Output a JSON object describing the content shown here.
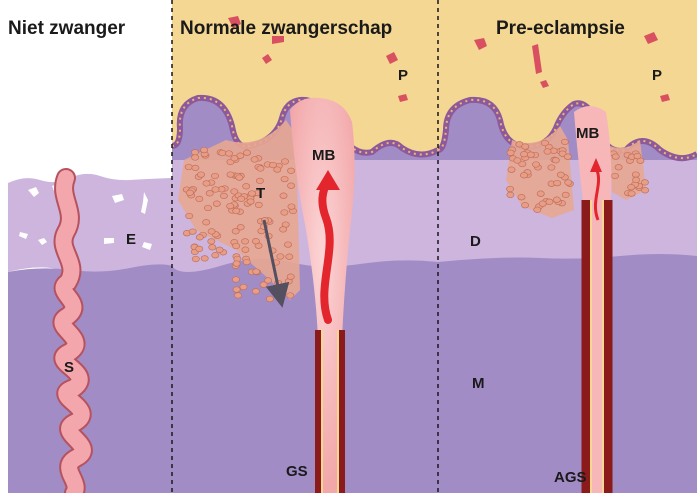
{
  "panels": {
    "non_pregnant": {
      "title": "Niet zwanger"
    },
    "normal": {
      "title": "Normale zwangerschap"
    },
    "preeclampsia": {
      "title": "Pre-eclampsie"
    }
  },
  "labels": {
    "E": "E",
    "S": "S",
    "T": "T",
    "MB_normal": "MB",
    "MB_pre": "MB",
    "P_normal": "P",
    "P_pre": "P",
    "D": "D",
    "M": "M",
    "GS": "GS",
    "AGS": "AGS"
  },
  "colors": {
    "myometrium": "#a18cc6",
    "decidua": "#cdb5de",
    "placenta": "#f3d793",
    "trophoblast": "#e89d86",
    "vessel_lumen": "#f7b7b9",
    "vessel_wall": "#8b1a1a",
    "blood_flow": "#e3262e",
    "villus_border": "#8c5a9c"
  }
}
